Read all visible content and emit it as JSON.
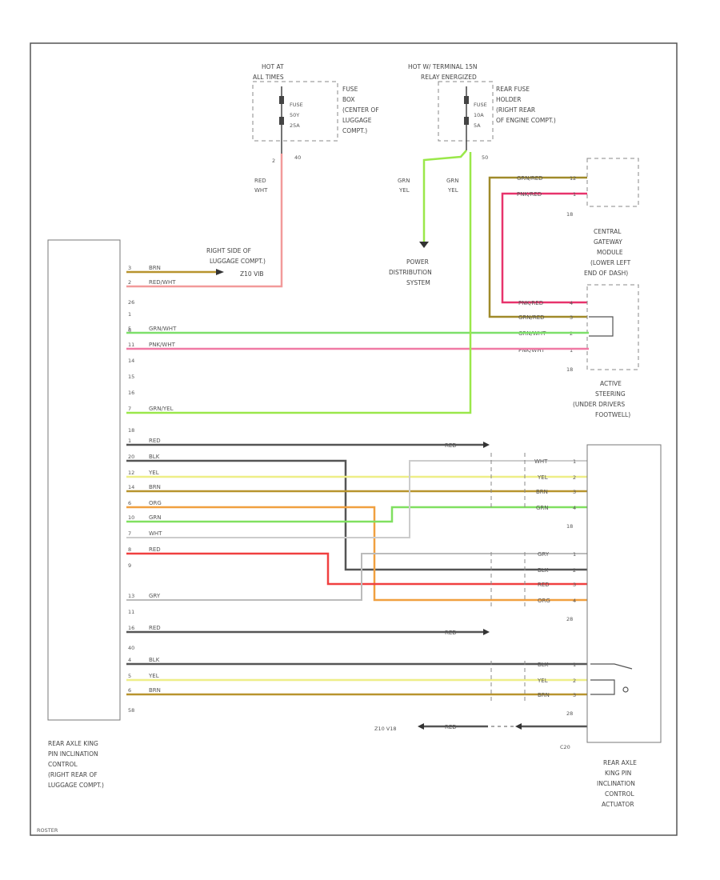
{
  "colors": {
    "red_wht": "#f29a9a",
    "pnk_red": "#e8336c",
    "grn_wht": "#7de06a",
    "pnk_wht": "#f07aa5",
    "grn_yel": "#9ae84a",
    "grn_red": "#a08a2a",
    "brn": "#b8942e",
    "blk": "#555555",
    "yel": "#eeee88",
    "org": "#f0a040",
    "grn": "#80e060",
    "wht": "#cccccc",
    "red": "#f04040",
    "gry": "#bbbbbb",
    "frame": "#555555"
  },
  "fuse_left": {
    "hot": "HOT AT",
    "hot2": "ALL TIMES",
    "fuse": "FUSE",
    "rating1": "50Y",
    "rating2": "25A",
    "desc": [
      "FUSE",
      "BOX",
      "(CENTER OF",
      "LUGGAGE",
      "COMPT.)"
    ],
    "pin_left": "2",
    "pin_right": "40",
    "wire1": "RED",
    "wire2": "WHT"
  },
  "fuse_right": {
    "hot": "HOT W/ TERMINAL 15N",
    "hot2": "RELAY ENERGIZED",
    "fuse": "FUSE",
    "rating1": "10A",
    "rating2": "5A",
    "desc": [
      "REAR FUSE",
      "HOLDER",
      "(RIGHT REAR",
      "OF ENGINE COMPT.)"
    ],
    "pin_right": "50",
    "wire_a1": "GRN",
    "wire_a2": "YEL",
    "wire_b1": "GRN",
    "wire_b2": "YEL"
  },
  "ground_right_rear": {
    "label": [
      "RIGHT SIDE OF",
      "LUGGAGE COMPT.)"
    ],
    "ref": "Z10 VIB"
  },
  "power_dist": {
    "label": [
      "POWER",
      "DISTRIBUTION",
      "SYSTEM"
    ]
  },
  "gateway": {
    "wires": [
      "GRN/RED",
      "PNK/RED"
    ],
    "pins": [
      "12",
      "1"
    ],
    "conn": "18",
    "label": [
      "CENTRAL",
      "GATEWAY",
      "MODULE",
      "(LOWER LEFT",
      "END OF DASH)"
    ]
  },
  "active_steering": {
    "wires": [
      "PNK/RED",
      "GRN/RED",
      "GRN/WHT",
      "PNK/WHT"
    ],
    "pins": [
      "4",
      "3",
      "2",
      "1"
    ],
    "conn": "18",
    "label": [
      "ACTIVE",
      "STEERING",
      "(UNDER DRIVERS",
      "FOOTWELL)"
    ]
  },
  "module": {
    "label": [
      "REAR AXLE KING",
      "PIN INCLINATION",
      "CONTROL",
      "(RIGHT REAR OF",
      "LUGGAGE COMPT.)"
    ],
    "conn1": "26",
    "conn2": "18",
    "conn3": "40",
    "conn4": "58"
  },
  "module_wires": [
    {
      "pin": "3",
      "label": "BRN",
      "color": "brn"
    },
    {
      "pin": "2",
      "label": "RED/WHT",
      "color": "red_wht"
    },
    {
      "pin": "1",
      "label": "",
      "color": ""
    },
    {
      "pin": "6",
      "label": "",
      "color": ""
    },
    {
      "pin": "5",
      "label": "GRN/WHT",
      "color": "grn_wht"
    },
    {
      "pin": "11",
      "label": "PNK/WHT",
      "color": "pnk_wht"
    },
    {
      "pin": "14",
      "label": "",
      "color": ""
    },
    {
      "pin": "15",
      "label": "",
      "color": ""
    },
    {
      "pin": "16",
      "label": "",
      "color": ""
    },
    {
      "pin": "7",
      "label": "GRN/YEL",
      "color": "grn_yel"
    },
    {
      "pin": "1",
      "label": "RED",
      "color": "blk"
    },
    {
      "pin": "20",
      "label": "BLK",
      "color": "blk"
    },
    {
      "pin": "12",
      "label": "YEL",
      "color": "yel"
    },
    {
      "pin": "14",
      "label": "BRN",
      "color": "brn"
    },
    {
      "pin": "6",
      "label": "ORG",
      "color": "org"
    },
    {
      "pin": "10",
      "label": "GRN",
      "color": "grn"
    },
    {
      "pin": "7",
      "label": "WHT",
      "color": "wht"
    },
    {
      "pin": "8",
      "label": "RED",
      "color": "red"
    },
    {
      "pin": "9",
      "label": "",
      "color": ""
    },
    {
      "pin": "13",
      "label": "GRY",
      "color": "gry"
    },
    {
      "pin": "11",
      "label": "",
      "color": ""
    },
    {
      "pin": "16",
      "label": "RED",
      "color": "blk"
    },
    {
      "pin": "4",
      "label": "BLK",
      "color": "blk"
    },
    {
      "pin": "5",
      "label": "YEL",
      "color": "yel"
    },
    {
      "pin": "6",
      "label": "BRN",
      "color": "brn"
    }
  ],
  "actuator": {
    "conn_top_wires": [
      "WHT",
      "YEL",
      "BRN",
      "GRN"
    ],
    "conn_top_pins": [
      "1",
      "2",
      "3",
      "4"
    ],
    "conn_top": "18",
    "conn_mid_wires": [
      "GRY",
      "BLK",
      "RED",
      "ORG"
    ],
    "conn_mid_pins": [
      "1",
      "2",
      "3",
      "4"
    ],
    "conn_mid": "28",
    "conn_low_wires": [
      "BLK",
      "YEL",
      "BRN"
    ],
    "conn_low_pins": [
      "1",
      "2",
      "3"
    ],
    "conn_low": "28",
    "red_top": "RED",
    "red_mid": "RED",
    "gnd_wire": "RED",
    "gnd_pin": "C20",
    "gnd_ref": "Z10 V18",
    "label": [
      "REAR AXLE",
      "KING PIN",
      "INCLINATION",
      "CONTROL",
      "ACTUATOR"
    ]
  },
  "footer": "ROSTER"
}
